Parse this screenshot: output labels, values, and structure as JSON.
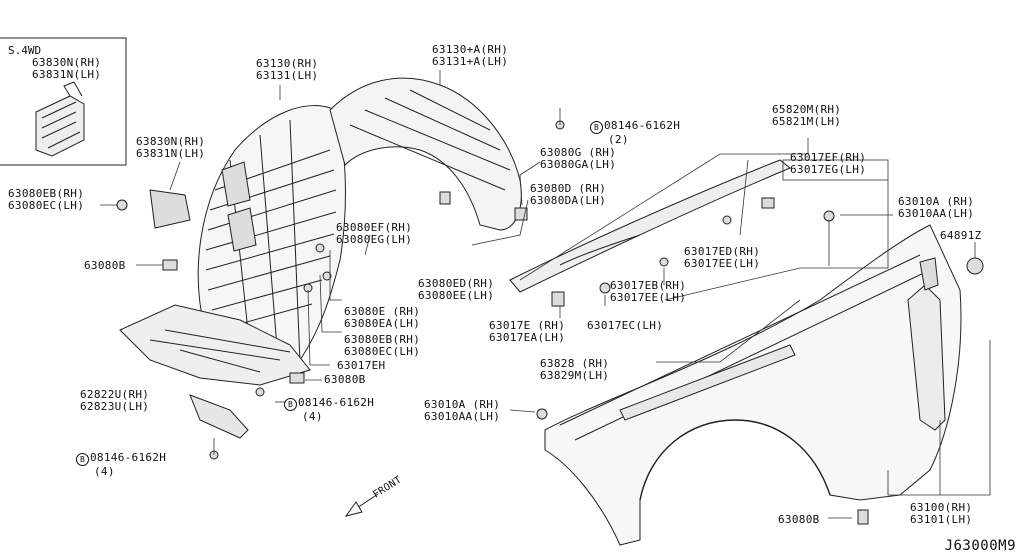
{
  "inset": {
    "title": "S.4WD",
    "part_rh": "63830N(RH)",
    "part_lh": "63831N(LH)"
  },
  "labels": [
    {
      "id": "p63830n",
      "lines": [
        "63830N(RH)",
        "63831N(LH)"
      ]
    },
    {
      "id": "p63080eb_left",
      "lines": [
        "63080EB(RH)",
        "63080EC(LH)"
      ]
    },
    {
      "id": "p63080b_left",
      "lines": [
        "63080B"
      ]
    },
    {
      "id": "p63130",
      "lines": [
        "63130(RH)",
        "63131(LH)"
      ]
    },
    {
      "id": "p63130a",
      "lines": [
        "63130+A(RH)",
        "63131+A(LH)"
      ]
    },
    {
      "id": "p08146_top",
      "bolt": "B",
      "lines": [
        "08146-6162H",
        "(2)"
      ]
    },
    {
      "id": "p63080g",
      "lines": [
        "63080G (RH)",
        "63080GA(LH)"
      ]
    },
    {
      "id": "p63080d",
      "lines": [
        "63080D (RH)",
        "63080DA(LH)"
      ]
    },
    {
      "id": "p63080ef",
      "lines": [
        "63080EF(RH)",
        "63080EG(LH)"
      ]
    },
    {
      "id": "p63080ed",
      "lines": [
        "63080ED(RH)",
        "63080EE(LH)"
      ]
    },
    {
      "id": "p63080e",
      "lines": [
        "63080E (RH)",
        "63080EA(LH)"
      ]
    },
    {
      "id": "p63080eb_mid",
      "lines": [
        "63080EB(RH)",
        "63080EC(LH)"
      ]
    },
    {
      "id": "p63017eh",
      "lines": [
        "63017EH"
      ]
    },
    {
      "id": "p63080b_mid",
      "lines": [
        "63080B"
      ]
    },
    {
      "id": "p62822u",
      "lines": [
        "62822U(RH)",
        "62823U(LH)"
      ]
    },
    {
      "id": "p08146_mid",
      "bolt": "B",
      "lines": [
        "08146-6162H",
        "(4)"
      ]
    },
    {
      "id": "p08146_bot",
      "bolt": "B",
      "lines": [
        "08146-6162H",
        "(4)"
      ]
    },
    {
      "id": "p65820m",
      "lines": [
        "65820M(RH)",
        "65821M(LH)"
      ]
    },
    {
      "id": "p63017ef",
      "lines": [
        "63017EF(RH)",
        "63017EG(LH)"
      ]
    },
    {
      "id": "p63017ed",
      "lines": [
        "63017ED(RH)",
        "63017EE(LH)"
      ]
    },
    {
      "id": "p63017eb",
      "lines": [
        "63017EB(RH)",
        "63017EE(LH)"
      ]
    },
    {
      "id": "p63017e",
      "lines": [
        "63017E (RH)",
        "63017EA(LH)"
      ]
    },
    {
      "id": "p63017ec",
      "lines": [
        "63017EC(LH)"
      ]
    },
    {
      "id": "p63010a_top",
      "lines": [
        "63010A (RH)",
        "63010AA(LH)"
      ]
    },
    {
      "id": "p64891z",
      "lines": [
        "64891Z"
      ]
    },
    {
      "id": "p63828",
      "lines": [
        "63828 (RH)",
        "63829M(LH)"
      ]
    },
    {
      "id": "p63010a_bot",
      "lines": [
        "63010A (RH)",
        "63010AA(LH)"
      ]
    },
    {
      "id": "p63100",
      "lines": [
        "63100(RH)",
        "63101(LH)"
      ]
    },
    {
      "id": "p63080b_right",
      "lines": [
        "63080B"
      ]
    }
  ],
  "front_label": "FRONT",
  "diagram_code": "J63000M9"
}
